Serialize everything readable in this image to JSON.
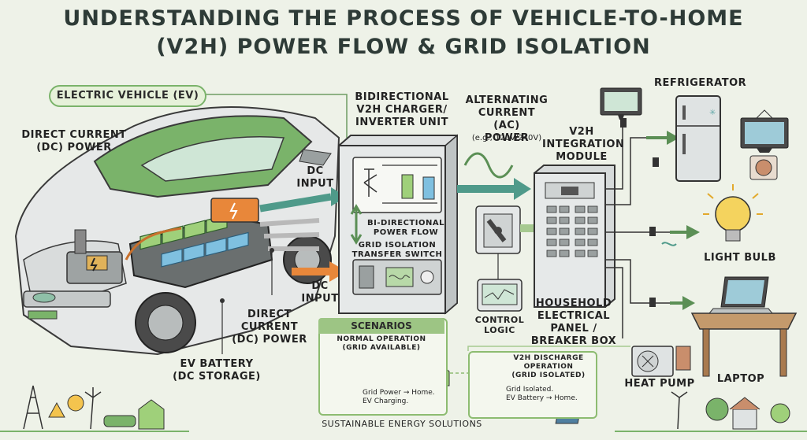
{
  "title": {
    "line1": "UNDERSTANDING THE PROCESS OF VEHICLE-TO-HOME",
    "line2": "(V2H) POWER FLOW & GRID ISOLATION"
  },
  "labels": {
    "ev": "ELECTRIC VEHICLE (EV)",
    "dc_power_top": "DIRECT CURRENT\n(DC) POWER",
    "dc_input_1": "DC\nINPUT",
    "dc_input_2": "DC\nINPUT",
    "charger": "BIDIRECTIONAL\nV2H CHARGER/\nINVERTER UNIT",
    "ac_power": "ALTERNATING\nCURRENT (AC)\nPOWER",
    "ac_voltage": "(e.g., 120V/240V)",
    "module": "V2H\nINTEGRATION\nMODULE",
    "bidir_flow": "BI-DIRECTIONAL\nPOWER FLOW",
    "transfer_switch": "GRID ISOLATION\nTRANSFER SWITCH",
    "dc_power_bottom": "DIRECT\nCURRENT\n(DC) POWER",
    "ev_battery": "EV BATTERY\n(DC STORAGE)",
    "control_logic": "CONTROL\nLOGIC",
    "panel": "HOUSEHOLD\nELECTRICAL\nPANEL /\nBREAKER BOX",
    "refrigerator": "REFRIGERATOR",
    "light_bulb": "LIGHT BULB",
    "laptop": "LAPTOP",
    "heat_pump": "HEAT PUMP",
    "footer": "SUSTAINABLE ENERGY SOLUTIONS"
  },
  "scenarios": {
    "title": "SCENARIOS",
    "normal_title": "NORMAL OPERATION\n(GRID AVAILABLE)",
    "normal_desc": "Grid Power → Home.\nEV Charging.",
    "v2h_title": "V2H DISCHARGE\nOPERATION\n(GRID ISOLATED)",
    "v2h_desc": "Grid Isolated.\nEV Battery → Home."
  },
  "colors": {
    "background": "#eef2e8",
    "green_accent": "#7ab36a",
    "orange_arrow": "#e8873a",
    "teal_arrow": "#4f9a8a",
    "battery_green": "#9fd07a",
    "battery_blue": "#7fc0e0"
  }
}
